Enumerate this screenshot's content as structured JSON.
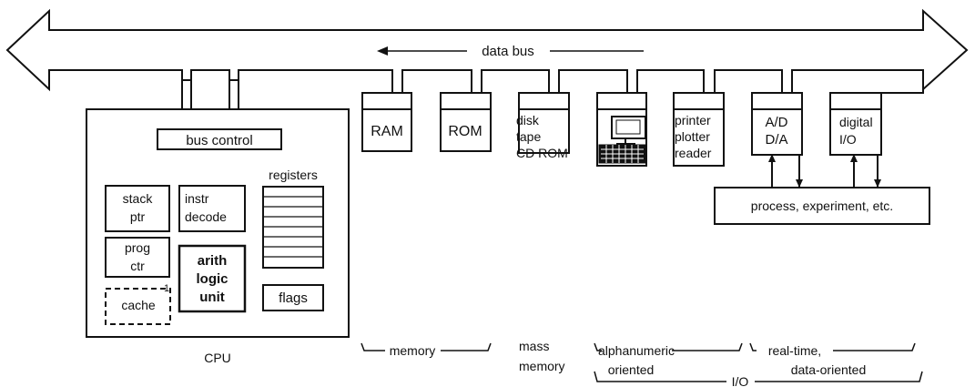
{
  "bus": {
    "label": "data bus"
  },
  "cpu": {
    "label": "CPU",
    "bus_control": "bus control",
    "registers": "registers",
    "stack_ptr": [
      "stack",
      "ptr"
    ],
    "instr_decode": [
      "instr",
      "decode"
    ],
    "prog_ctr": [
      "prog",
      "ctr"
    ],
    "alu": [
      "arith",
      "logic",
      "unit"
    ],
    "cache": "cache",
    "cache_mark": "1",
    "flags": "flags"
  },
  "devices": {
    "ram": "RAM",
    "rom": "ROM",
    "mass": [
      "disk",
      "tape",
      "CD ROM"
    ],
    "printer": [
      "printer",
      "plotter",
      "reader"
    ],
    "ad": [
      "A/D",
      "D/A"
    ],
    "digital": [
      "digital",
      "I/O"
    ],
    "process": "process, experiment, etc."
  },
  "groups": {
    "memory": "memory",
    "mass_memory": [
      "mass",
      "memory"
    ],
    "alphanumeric": "alphanumeric",
    "alphanumeric_2": "oriented",
    "realtime": "real-time,",
    "realtime_2": "data-oriented",
    "io": "I/O"
  }
}
